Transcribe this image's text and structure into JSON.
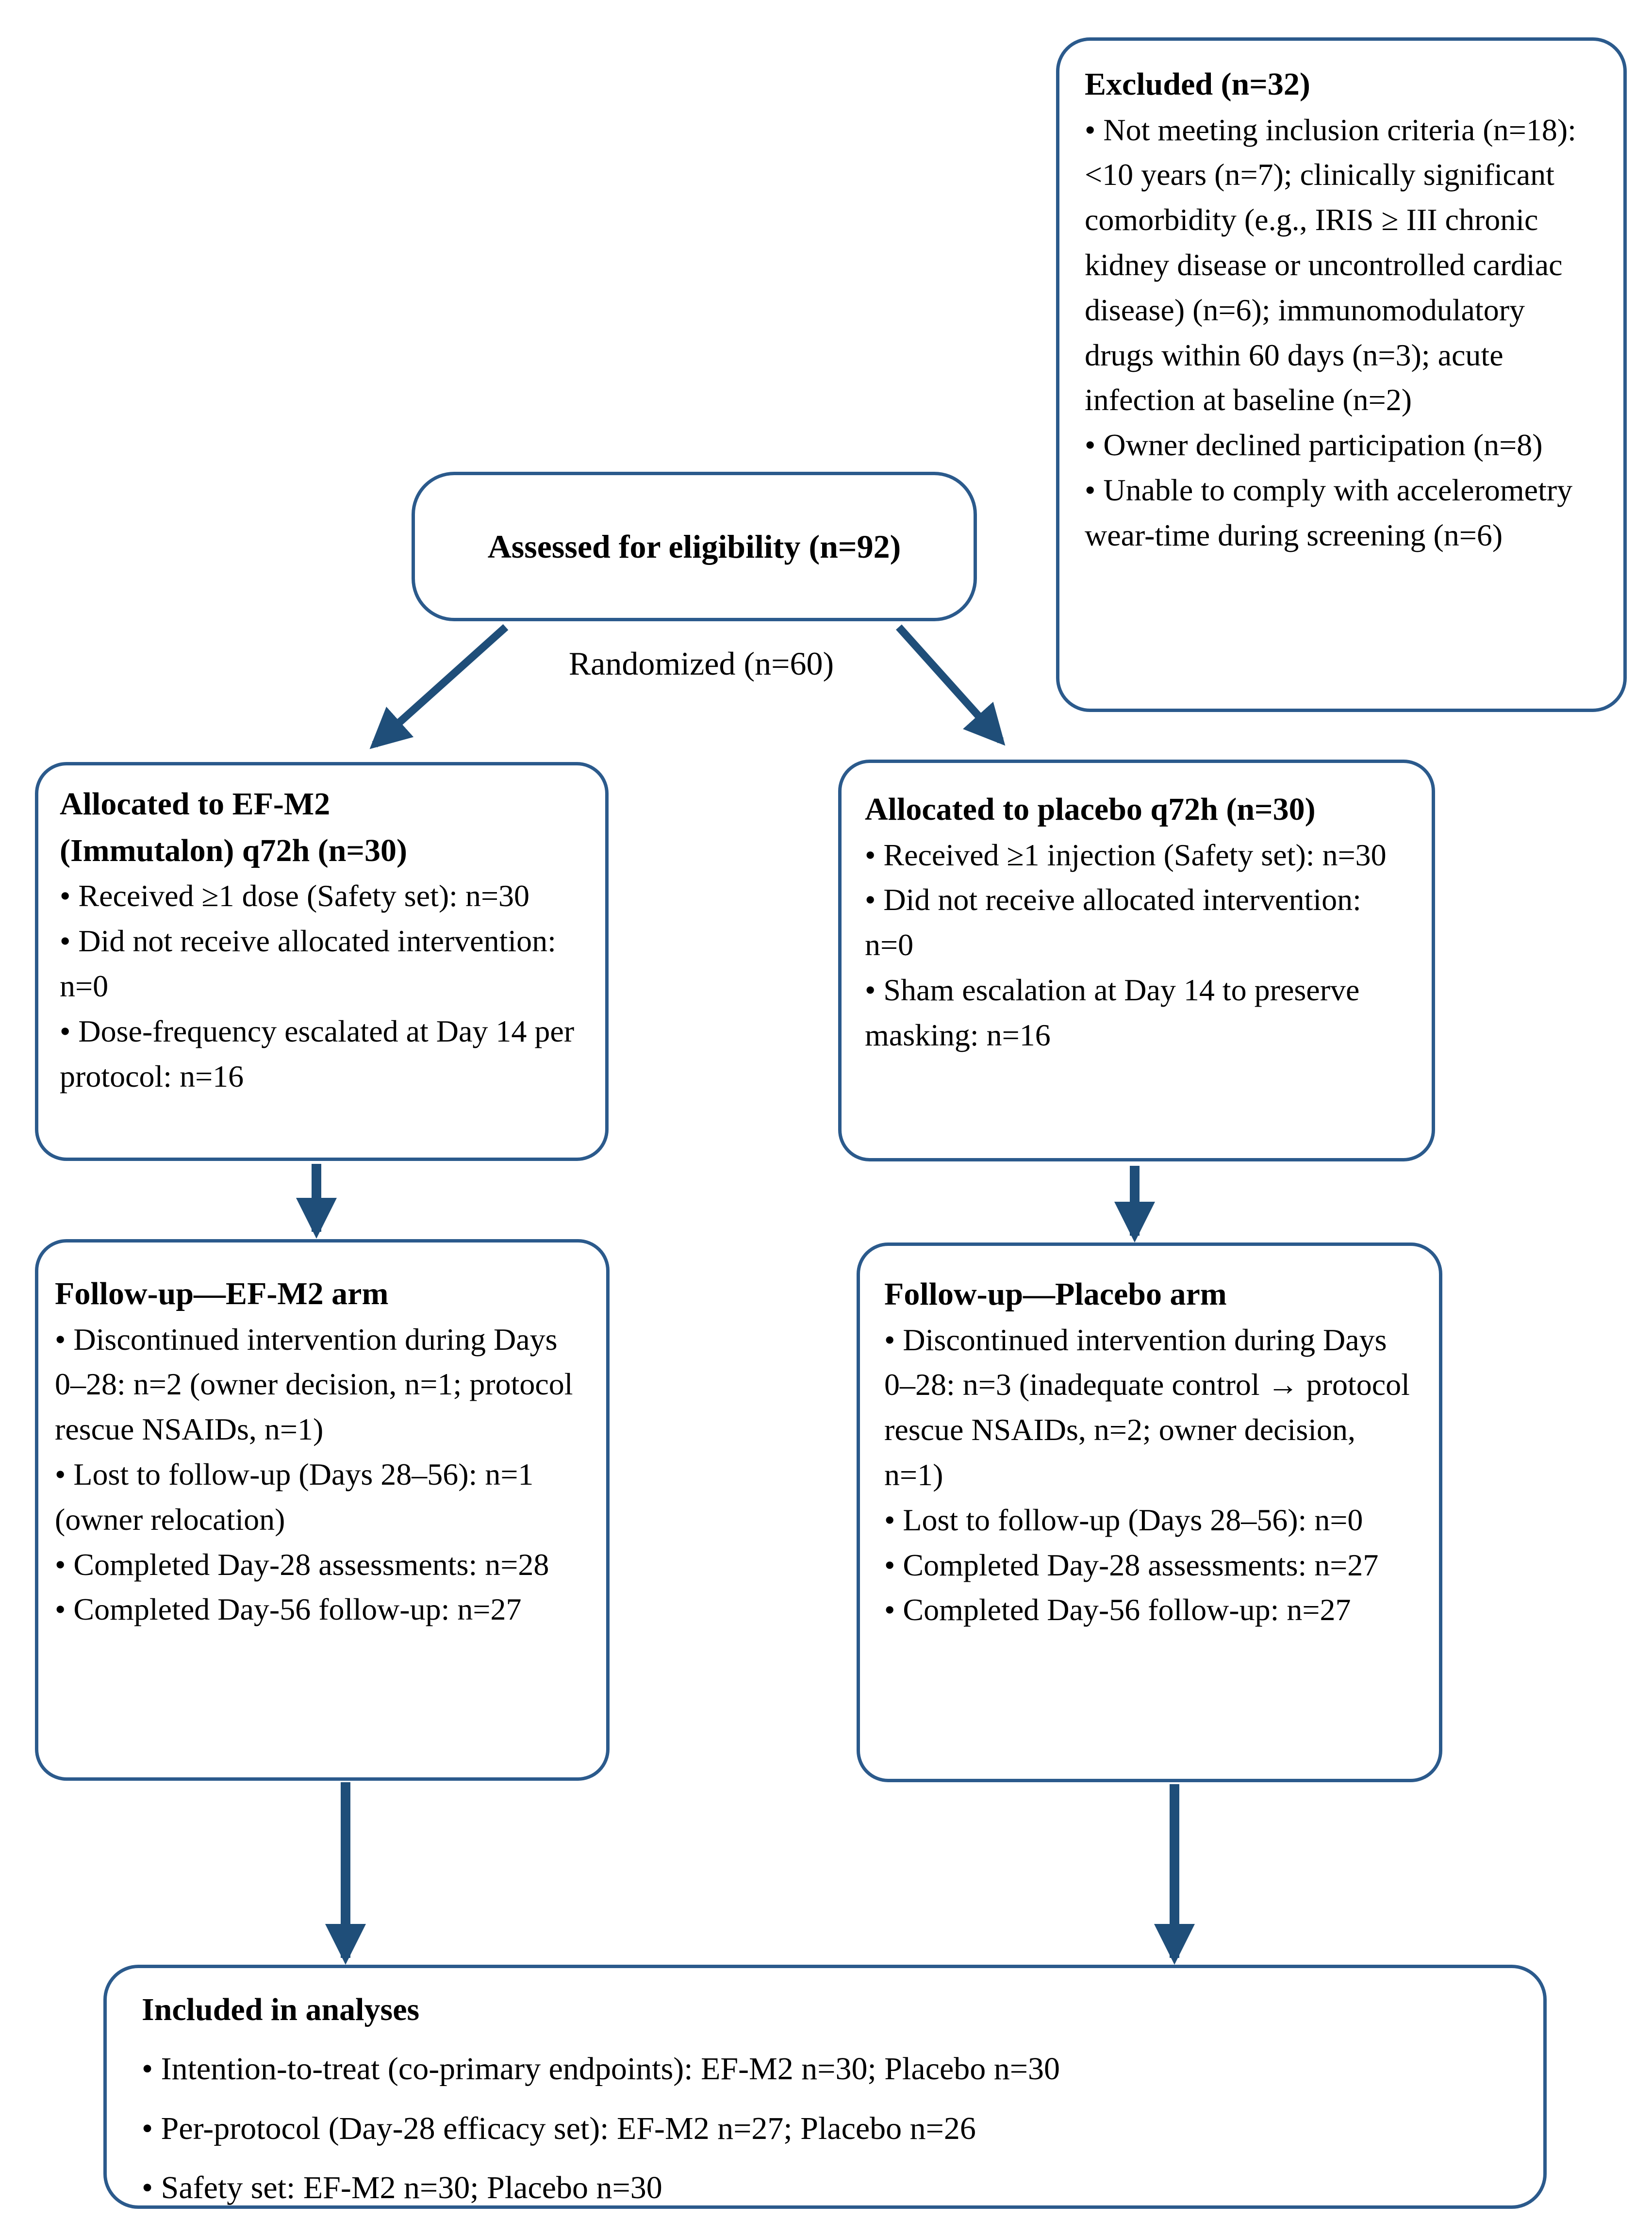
{
  "colors": {
    "box_border": "#2B5A8C",
    "arrow": "#1F4E79",
    "text": "#000000",
    "background": "#FFFFFF"
  },
  "bullet_char": "• ",
  "boxes": {
    "assessed": {
      "title": "Assessed for eligibility (n=92)"
    },
    "excluded": {
      "title": "Excluded (n=32)",
      "bullets": [
        "Not meeting inclusion criteria (n=18): <10 years (n=7); clinically significant comorbidity (e.g., IRIS ≥ III chronic kidney disease or uncontrolled cardiac disease) (n=6); immunomodulatory drugs within 60 days (n=3); acute infection at baseline (n=2)",
        "Owner declined participation (n=8)",
        "Unable to comply with accelerometry wear-time during screening (n=6)"
      ]
    },
    "randomized_label": "Randomized (n=60)",
    "allocated_efm2": {
      "title_lines": [
        "Allocated to EF-M2",
        "(Immutalon) q72h (n=30)"
      ],
      "bullets": [
        "Received ≥1 dose (Safety set): n=30",
        "Did not receive allocated intervention: n=0",
        "Dose-frequency escalated at Day 14 per protocol: n=16"
      ]
    },
    "allocated_placebo": {
      "title": "Allocated to placebo q72h (n=30)",
      "bullets": [
        "Received ≥1 injection (Safety set): n=30",
        "Did not receive allocated intervention: n=0",
        "Sham escalation at Day 14 to preserve masking: n=16"
      ]
    },
    "followup_efm2": {
      "title": "Follow-up—EF-M2 arm",
      "bullets": [
        "Discontinued intervention during Days 0–28: n=2 (owner decision, n=1; protocol rescue NSAIDs, n=1)",
        "Lost to follow-up (Days 28–56): n=1 (owner relocation)",
        "Completed Day-28 assessments: n=28",
        "Completed Day-56 follow-up: n=27"
      ]
    },
    "followup_placebo": {
      "title": "Follow-up—Placebo arm",
      "bullets": [
        "Discontinued intervention during Days 0–28: n=3 (inadequate control → protocol rescue NSAIDs, n=2; owner decision, n=1)",
        "Lost to follow-up (Days 28–56): n=0",
        "Completed Day-28 assessments: n=27",
        "Completed Day-56 follow-up: n=27"
      ]
    },
    "included": {
      "title": "Included in analyses",
      "bullets": [
        "Intention-to-treat (co-primary endpoints): EF-M2 n=30; Placebo n=30",
        "Per-protocol (Day-28 efficacy set): EF-M2 n=27; Placebo n=26",
        "Safety set: EF-M2 n=30; Placebo n=30"
      ]
    }
  }
}
